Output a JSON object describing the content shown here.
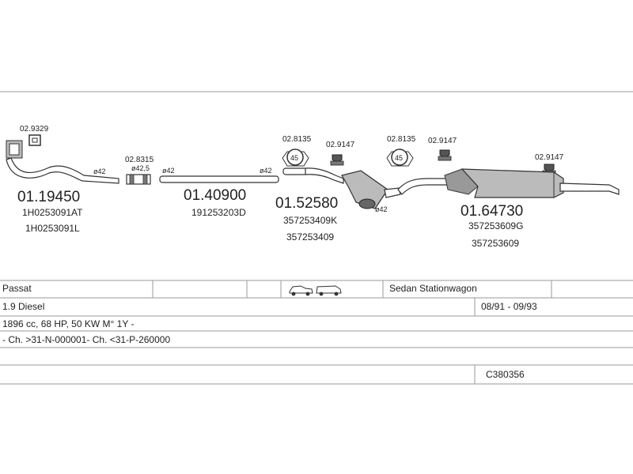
{
  "diagram": {
    "parts": [
      {
        "number": "01.19450",
        "refs": [
          "1H0253091AT",
          "1H0253091L"
        ],
        "accessory": "02.9329",
        "diameter": "ø42"
      },
      {
        "number": "",
        "refs": [],
        "accessory": "02.8315",
        "diameter": "ø42,5"
      },
      {
        "number": "01.40900",
        "refs": [
          "191253203D"
        ],
        "accessory": "",
        "diameter_left": "ø42",
        "diameter_right": "ø42"
      },
      {
        "number": "01.52580",
        "refs": [
          "357253409K",
          "357253409"
        ],
        "accessory_clamp": "02.8135",
        "clamp_size": "45",
        "accessory_clip": "02.9147",
        "diameter": "ø42"
      },
      {
        "number": "01.64730",
        "refs": [
          "357253609G",
          "357253609"
        ],
        "accessory_clamp": "02.8135",
        "clamp_size": "45",
        "accessory_clip1": "02.9147",
        "accessory_clip2": "02.9147"
      }
    ]
  },
  "table": {
    "rows": [
      {
        "c1": "Passat",
        "c2": "Sedan  Stationwagon"
      },
      {
        "c1": "1.9 Diesel",
        "c2": "08/91 - 09/93"
      },
      {
        "c1": "1896 cc, 68 HP, 50 KW M° 1Y -"
      },
      {
        "c1": "- Ch. >31-N-000001- Ch. <31-P-260000"
      },
      {
        "c1": ""
      },
      {
        "c1": "",
        "c2": "C380356"
      }
    ]
  }
}
